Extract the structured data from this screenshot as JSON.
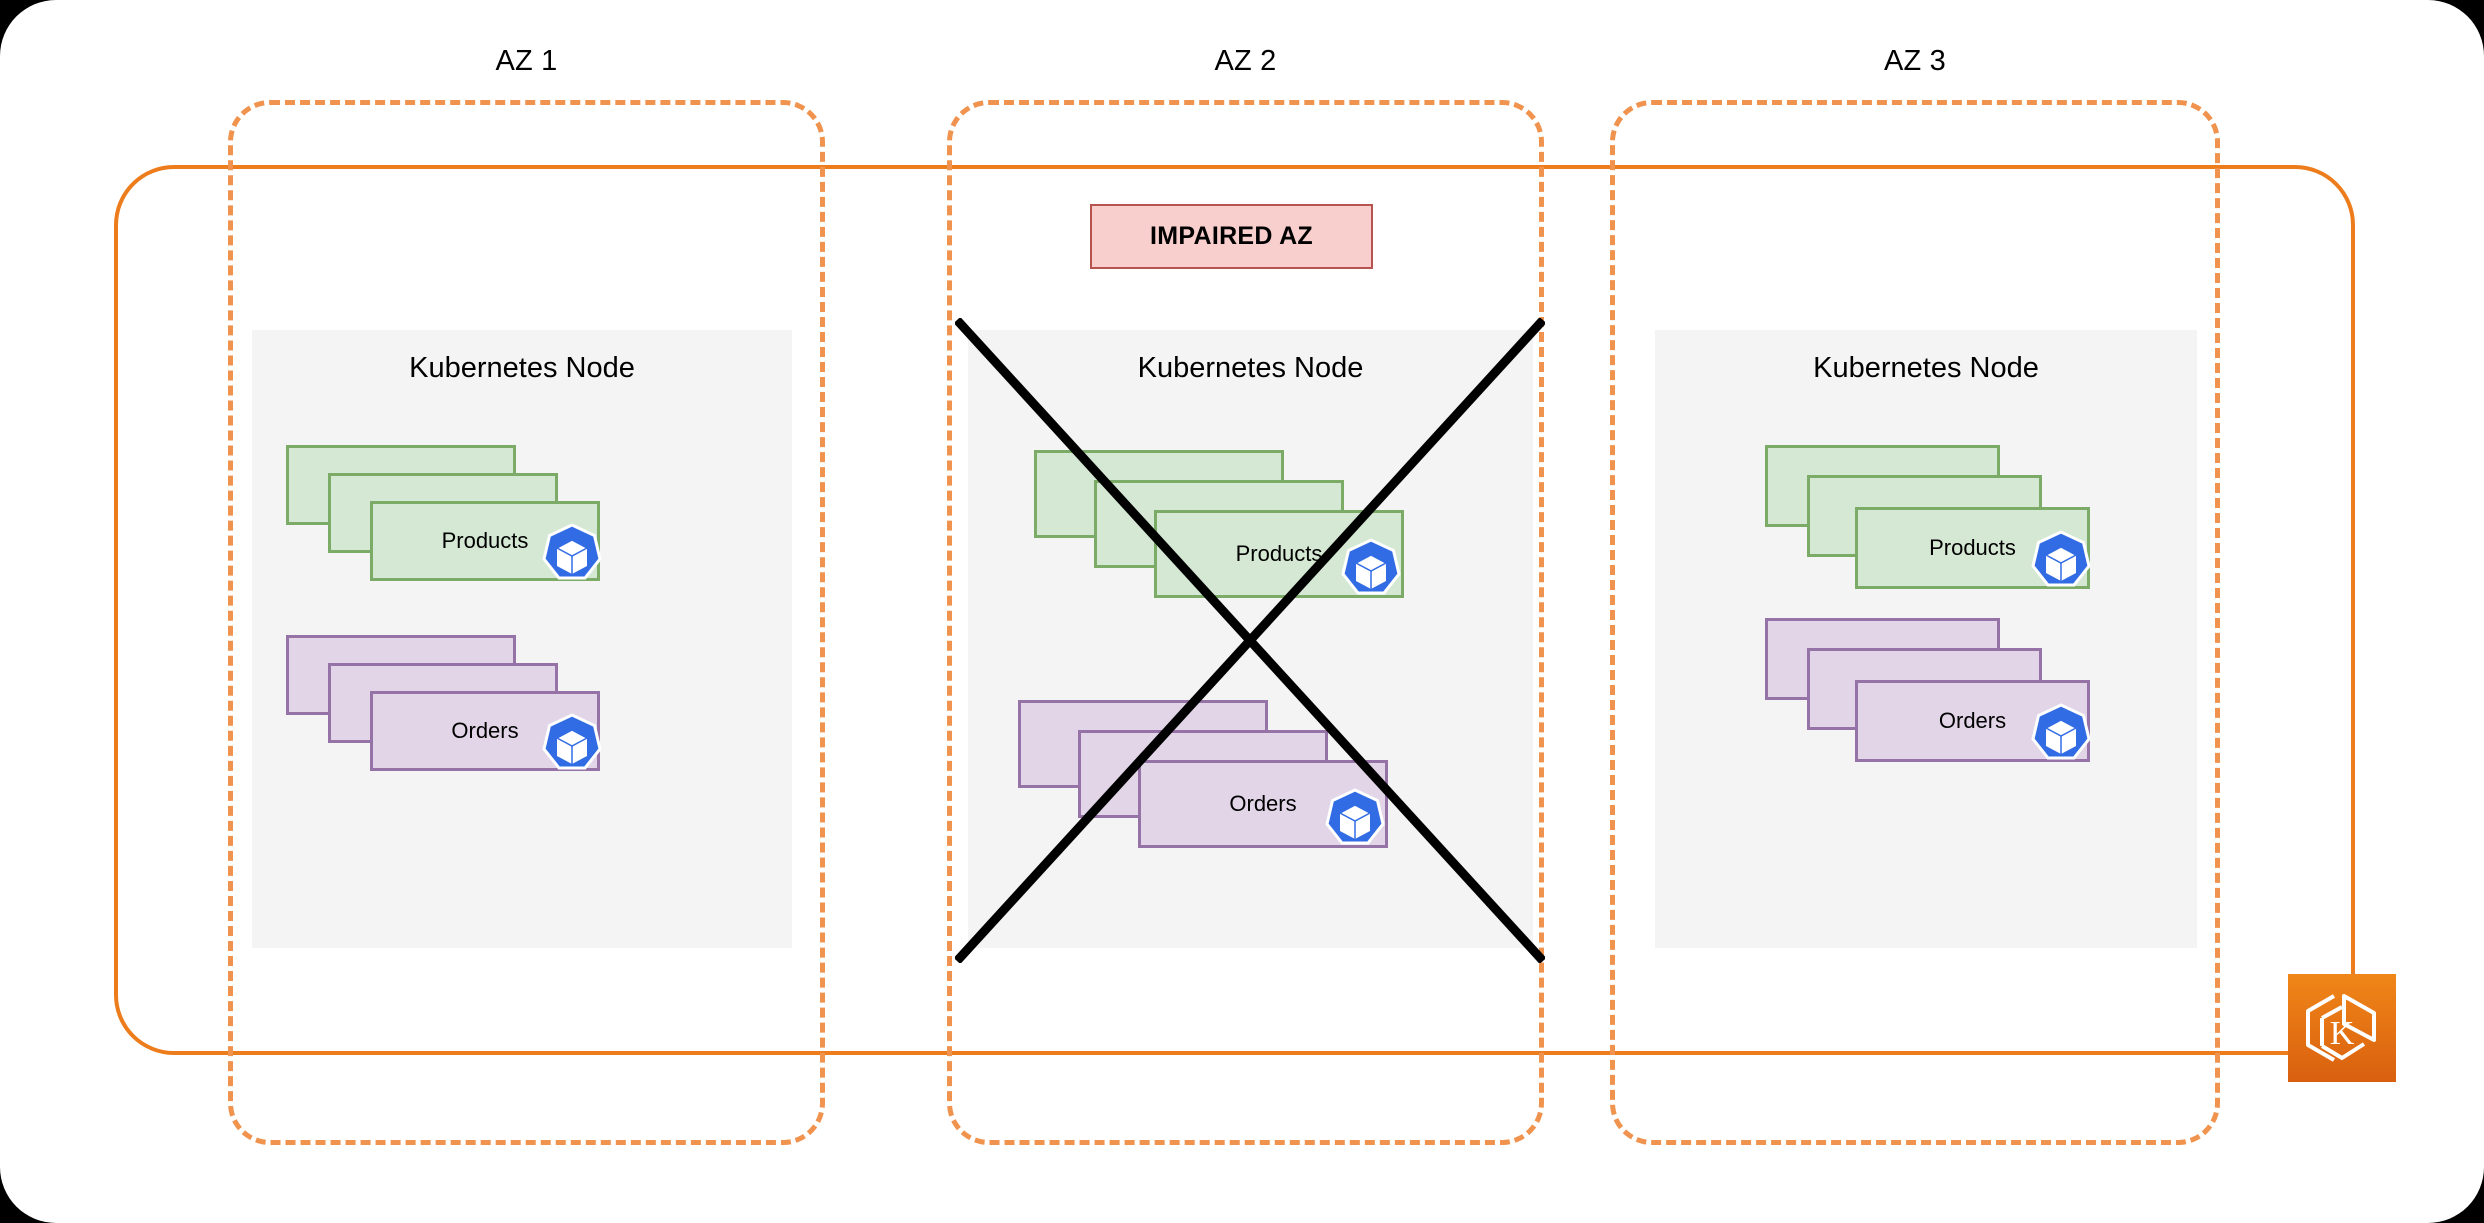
{
  "diagram": {
    "title": "Kubernetes multi-AZ resilience with one impaired availability zone",
    "colors": {
      "cluster_boundary": "#ed7d1c",
      "az_boundary": "#f0934e",
      "node_background": "#f4f4f4",
      "pod_green_fill": "#d5e8d4",
      "pod_green_border": "#7cab67",
      "pod_purple_fill": "#e1d5e7",
      "pod_purple_border": "#9673a6",
      "impaired_fill": "#f8cfcc",
      "impaired_border": "#b85450",
      "pod_icon_blue": "#326ce5",
      "eks_badge_orange": "#ed7d1c",
      "cross_stroke": "#000000",
      "frame_background": "#000000",
      "canvas_background": "#ffffff"
    },
    "zones": [
      {
        "id": "az-1",
        "label": "AZ 1",
        "status": "healthy",
        "node": {
          "title": "Kubernetes Node",
          "stacks": [
            {
              "id": "products",
              "label": "Products",
              "replicas": 3,
              "color": "green",
              "icon": "kubernetes-pod-icon"
            },
            {
              "id": "orders",
              "label": "Orders",
              "replicas": 3,
              "color": "purple",
              "icon": "kubernetes-pod-icon"
            }
          ]
        }
      },
      {
        "id": "az-2",
        "label": "AZ 2",
        "status": "impaired",
        "badge": "IMPAIRED AZ",
        "node": {
          "title": "Kubernetes Node",
          "stacks": [
            {
              "id": "products",
              "label": "Products",
              "replicas": 3,
              "color": "green",
              "icon": "kubernetes-pod-icon"
            },
            {
              "id": "orders",
              "label": "Orders",
              "replicas": 3,
              "color": "purple",
              "icon": "kubernetes-pod-icon"
            }
          ]
        }
      },
      {
        "id": "az-3",
        "label": "AZ 3",
        "status": "healthy",
        "node": {
          "title": "Kubernetes Node",
          "stacks": [
            {
              "id": "products",
              "label": "Products",
              "replicas": 3,
              "color": "green",
              "icon": "kubernetes-pod-icon"
            },
            {
              "id": "orders",
              "label": "Orders",
              "replicas": 3,
              "color": "purple",
              "icon": "kubernetes-pod-icon"
            }
          ]
        }
      }
    ],
    "service_badge": {
      "name": "amazon-eks-icon",
      "letter": "K"
    }
  }
}
